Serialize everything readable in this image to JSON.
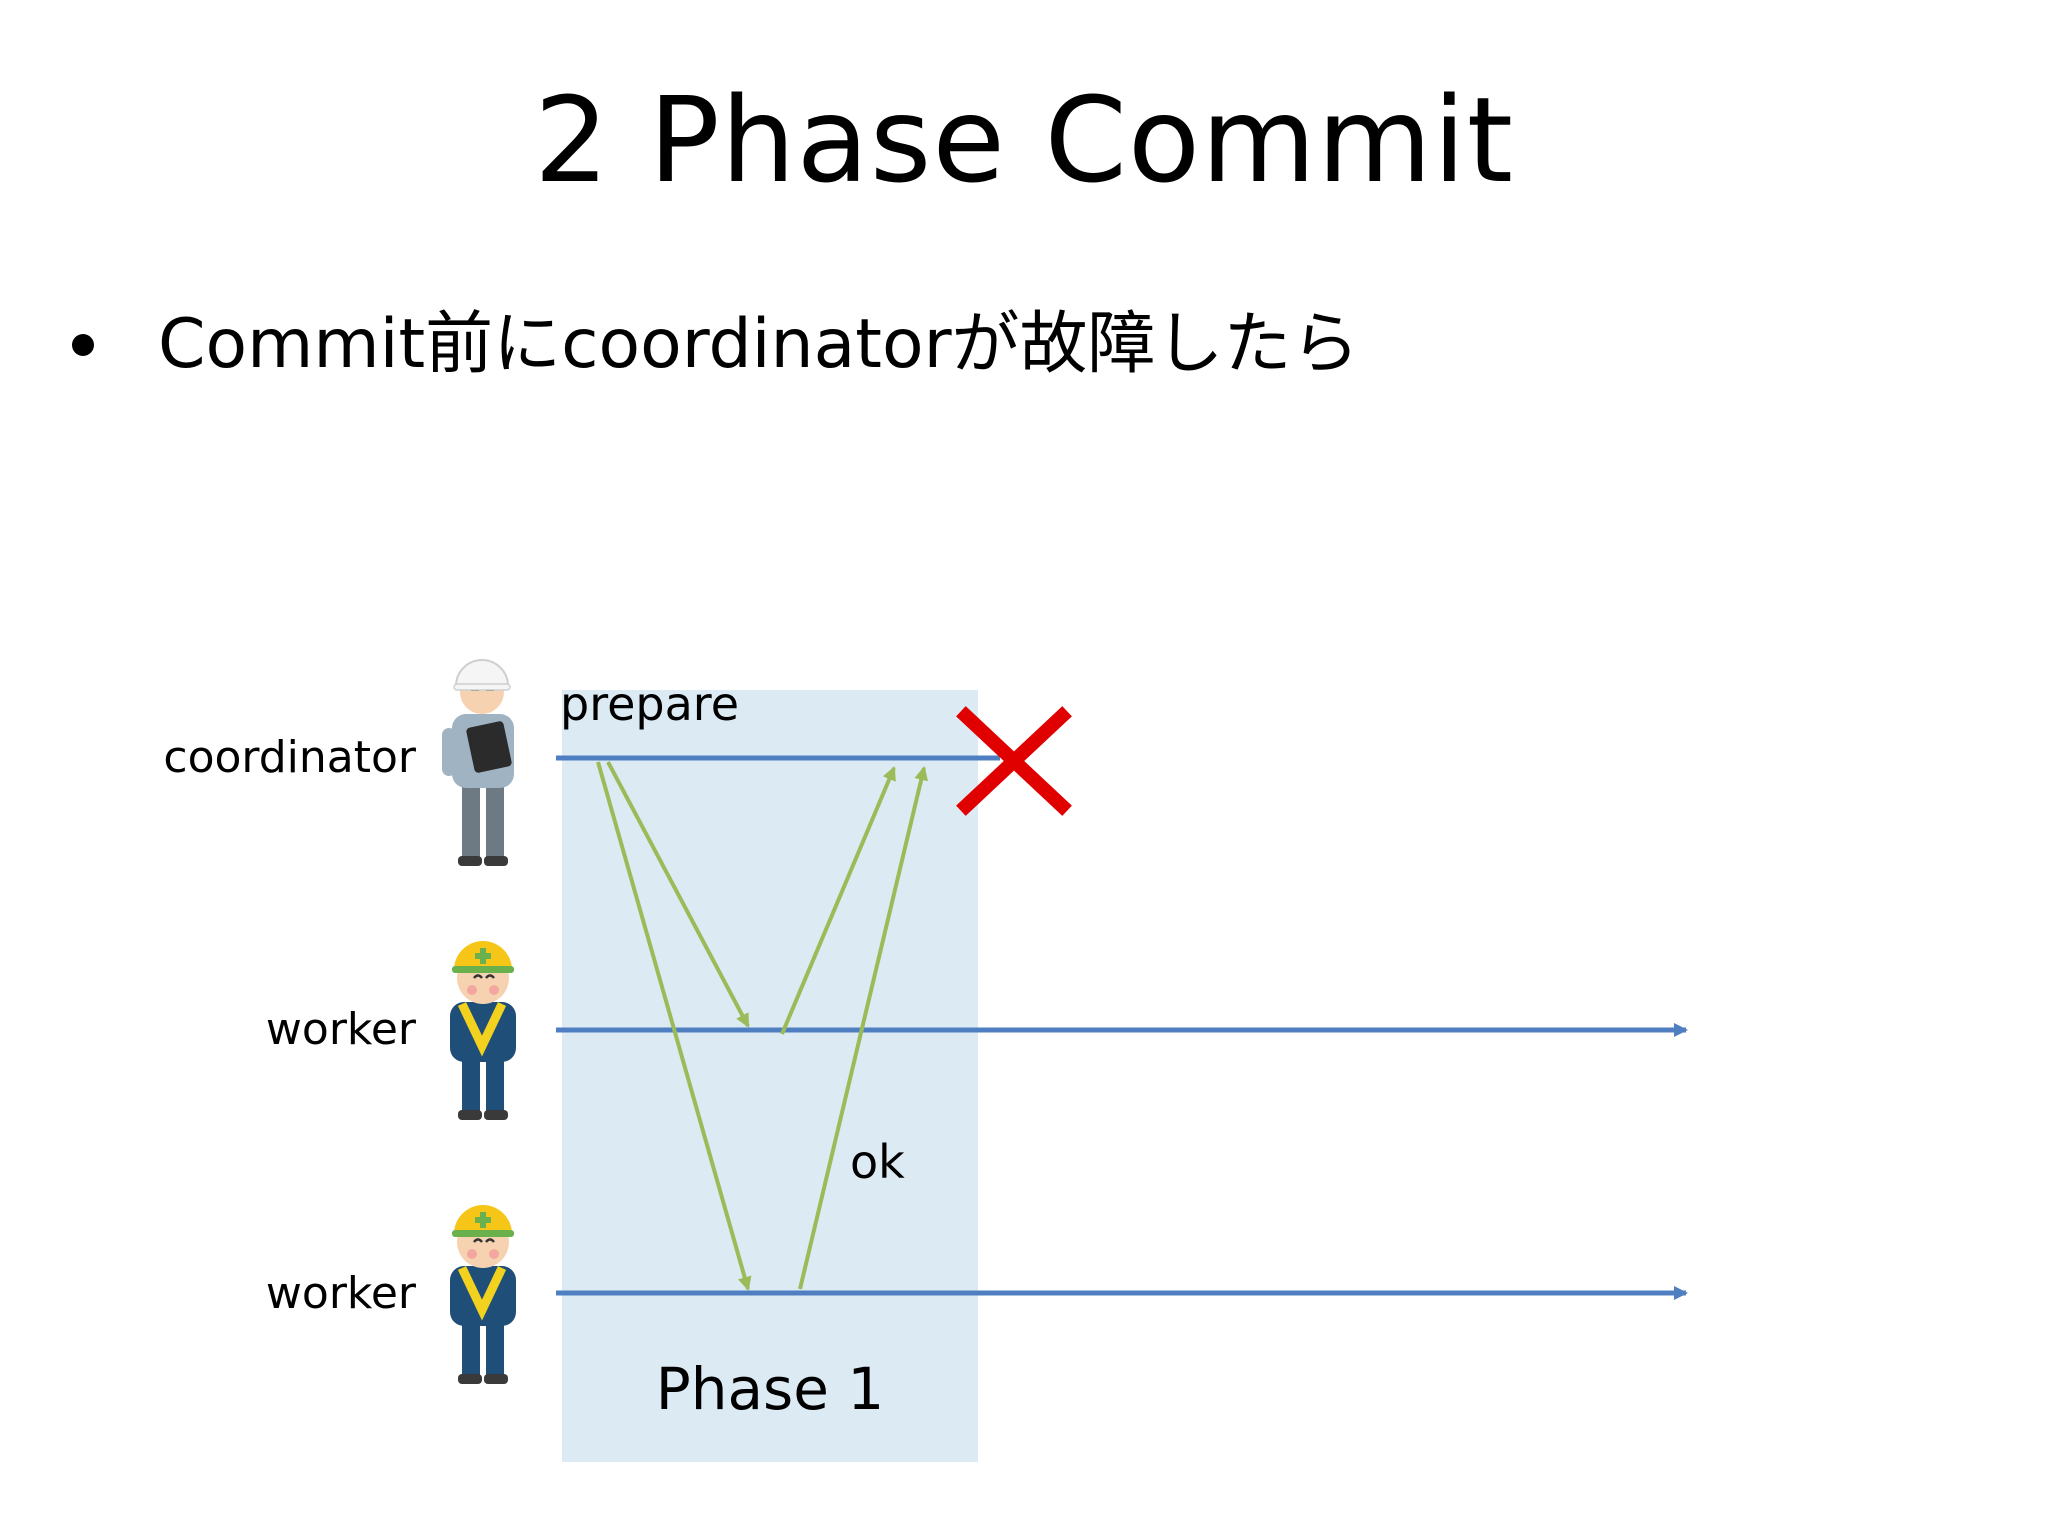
{
  "slide": {
    "title": "2 Phase Commit",
    "bullet": "Commit前にcoordinatorが故障したら"
  },
  "diagram": {
    "actors": [
      {
        "label": "coordinator",
        "role": "coordinator",
        "icon": "supervisor-with-clipboard-icon"
      },
      {
        "label": "worker",
        "role": "worker",
        "icon": "construction-worker-icon"
      },
      {
        "label": "worker",
        "role": "worker",
        "icon": "construction-worker-icon"
      }
    ],
    "messages": {
      "prepare": "prepare",
      "ok": "ok"
    },
    "phase_label": "Phase 1",
    "failure_marker": "x-mark-icon",
    "colors": {
      "timeline": "#4f7fc0",
      "message_arrow": "#9bbb59",
      "phase_band": "#dbeaf3",
      "failure": "#e00000",
      "helmet_white": "#f5f5f5",
      "helmet_yellow": "#f5c518",
      "vest_yellow": "#f2d21e",
      "uniform_navy": "#1f4e79",
      "uniform_grey": "#9fb3c3"
    }
  }
}
